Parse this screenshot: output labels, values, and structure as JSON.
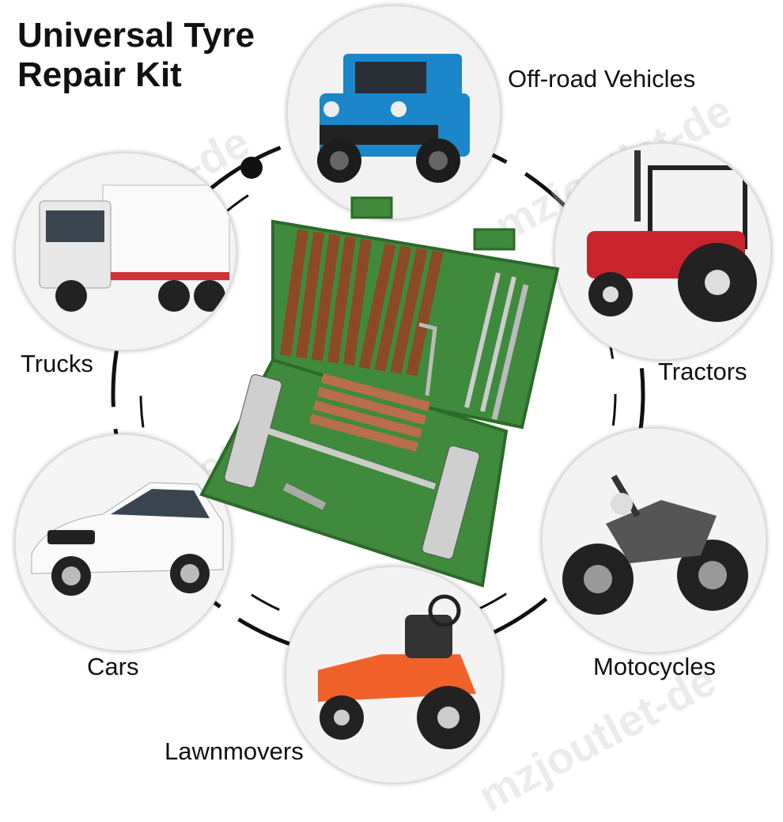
{
  "title_line1": "Universal Tyre",
  "title_line2": "Repair Kit",
  "categories": {
    "offroad": "Off-road Vehicles",
    "trucks": "Trucks",
    "tractors": "Tractors",
    "cars": "Cars",
    "motorcycles": "Motocycles",
    "lawnmowers": "Lawnmovers"
  },
  "watermark": "mzjoutlet-de",
  "colors": {
    "kit_case": "#3f8a3c",
    "plugs": "#8b4a25",
    "offroad_body": "#1b86c9",
    "tractor_body": "#c9242d",
    "mower_body": "#f0622a"
  }
}
